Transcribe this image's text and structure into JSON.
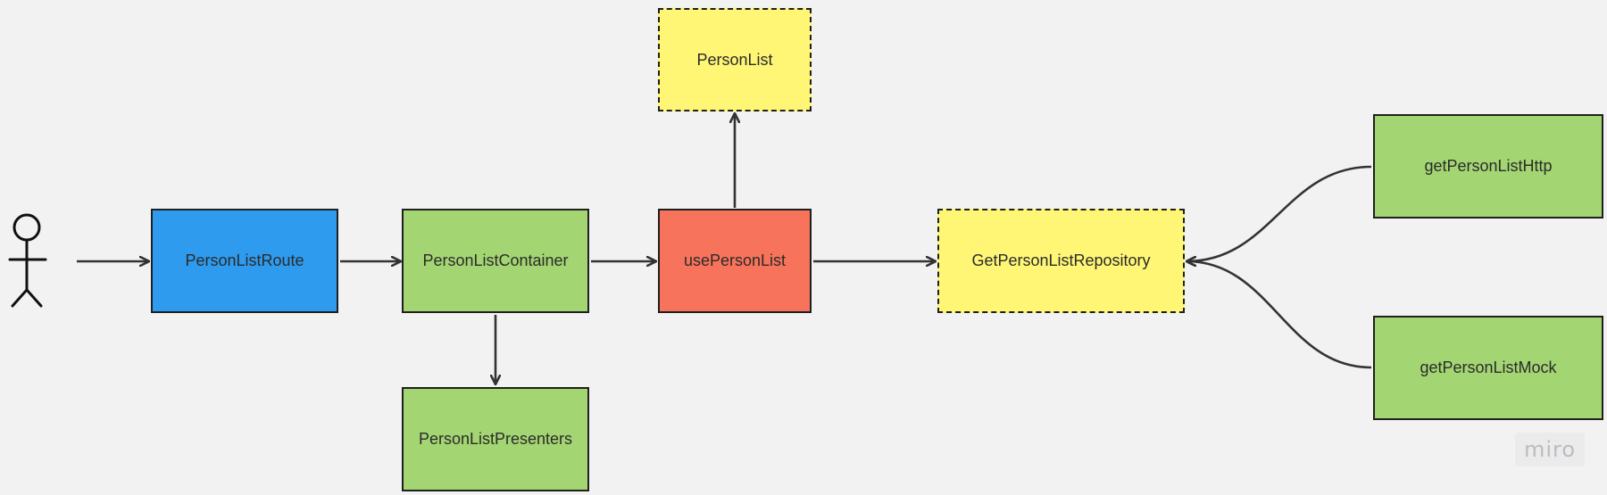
{
  "colors": {
    "blue": "#2e9bee",
    "green": "#a3d672",
    "red": "#f7735b",
    "yellow": "#fff675",
    "stroke": "#1f1f1f",
    "connector": "#333333"
  },
  "actor": {
    "icon": "person-stick-figure-icon"
  },
  "nodes": {
    "person_list_route": {
      "label": "PersonListRoute",
      "fill": "#2e9bee"
    },
    "person_list_container": {
      "label": "PersonListContainer",
      "fill": "#a3d672"
    },
    "person_list_presenters": {
      "label": "PersonListPresenters",
      "fill": "#a3d672"
    },
    "use_person_list": {
      "label": "usePersonList",
      "fill": "#f7735b"
    },
    "person_list": {
      "label": "PersonList",
      "fill": "#fff675",
      "border": "dashed"
    },
    "get_person_list_repository": {
      "label": "GetPersonListRepository",
      "fill": "#fff675",
      "border": "dashed"
    },
    "get_person_list_http": {
      "label": "getPersonListHttp",
      "fill": "#a3d672"
    },
    "get_person_list_mock": {
      "label": "getPersonListMock",
      "fill": "#a3d672"
    }
  },
  "watermark": {
    "text": "miro"
  }
}
